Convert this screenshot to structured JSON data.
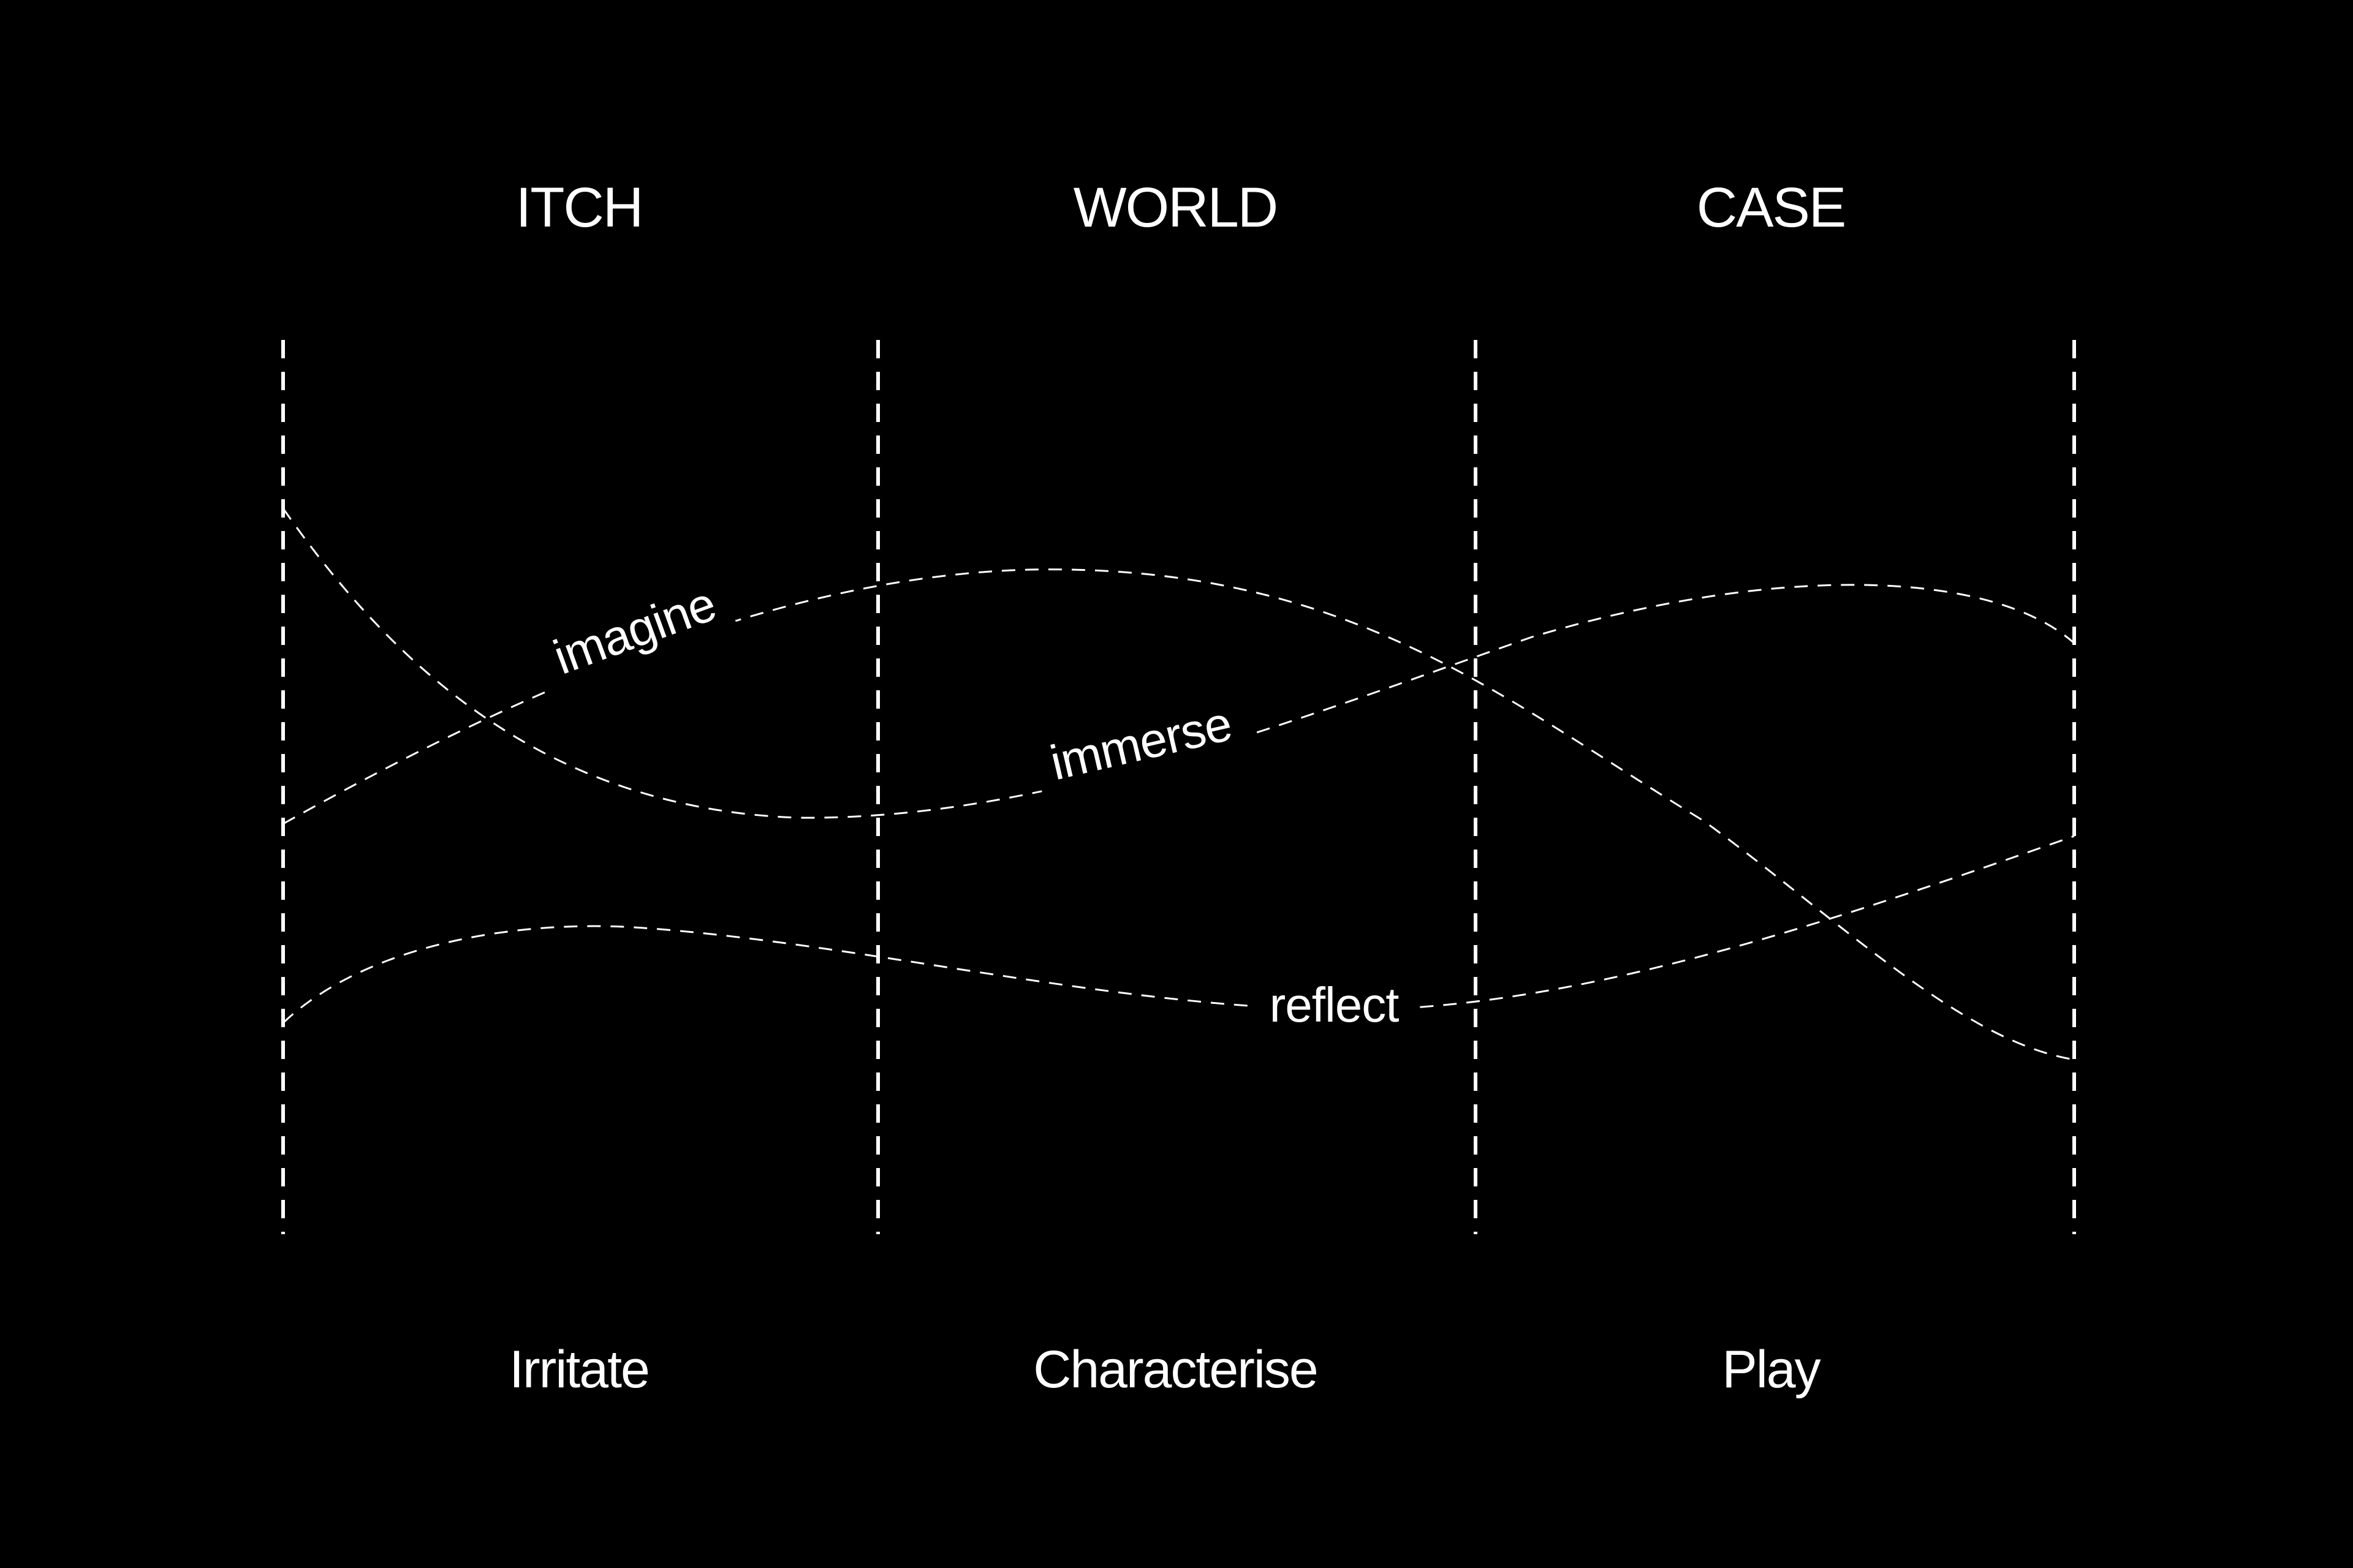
{
  "colors": {
    "background": "#000000",
    "foreground": "#ffffff"
  },
  "columns": [
    {
      "heading": "ITCH",
      "caption": "Irritate"
    },
    {
      "heading": "WORLD",
      "caption": "Characterise"
    },
    {
      "heading": "CASE",
      "caption": "Play"
    }
  ],
  "curves": [
    {
      "label": "imagine"
    },
    {
      "label": "immerse"
    },
    {
      "label": "reflect"
    }
  ]
}
